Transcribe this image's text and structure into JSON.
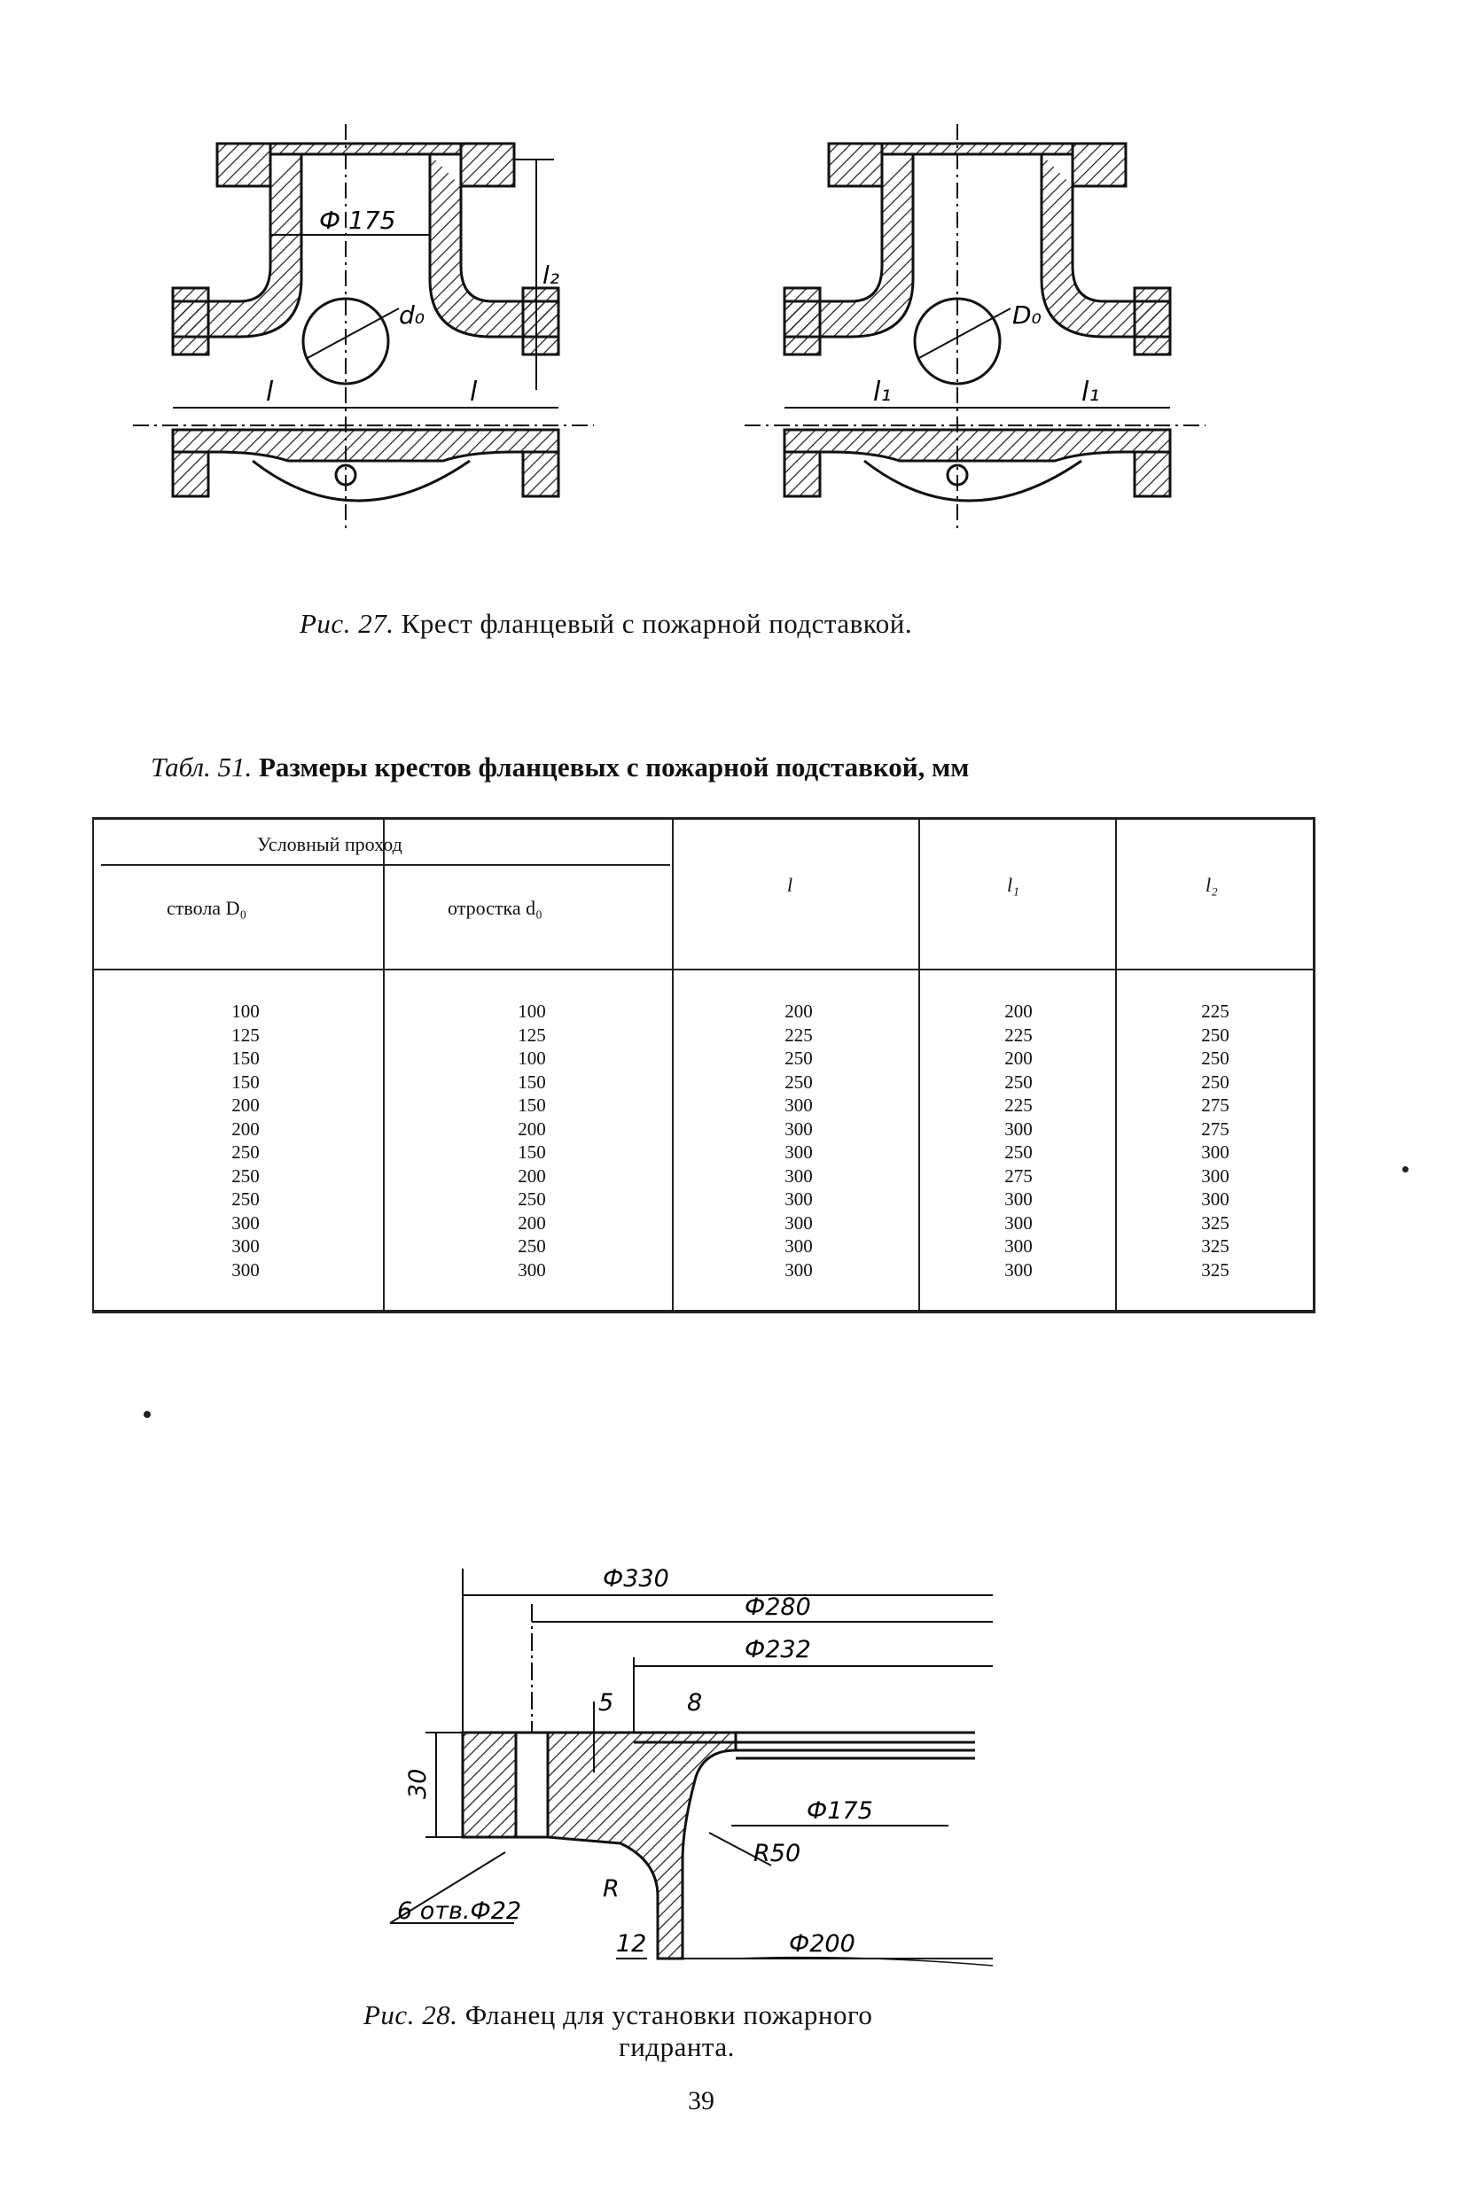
{
  "figure27": {
    "caption_fig": "Рис. 27.",
    "caption_text": "Крест фланцевый с пожарной подставкой.",
    "labels": {
      "diameter": "Ф 175",
      "d0": "d₀",
      "D0": "D₀",
      "l": "l",
      "l1": "l₁",
      "l2": "l₂"
    }
  },
  "table51": {
    "label": "Табл. 51.",
    "title": "Размеры крестов фланцевых с пожарной подставкой, мм",
    "header_group": "Условный проход",
    "columns": [
      "ствола D₀",
      "отростка d₀",
      "l",
      "l₁",
      "l₂"
    ],
    "rows": [
      [
        "100",
        "100",
        "200",
        "200",
        "225"
      ],
      [
        "125",
        "125",
        "225",
        "225",
        "250"
      ],
      [
        "150",
        "100",
        "250",
        "200",
        "250"
      ],
      [
        "150",
        "150",
        "250",
        "250",
        "250"
      ],
      [
        "200",
        "150",
        "300",
        "225",
        "275"
      ],
      [
        "200",
        "200",
        "300",
        "300",
        "275"
      ],
      [
        "250",
        "150",
        "300",
        "250",
        "300"
      ],
      [
        "250",
        "200",
        "300",
        "275",
        "300"
      ],
      [
        "250",
        "250",
        "300",
        "300",
        "300"
      ],
      [
        "300",
        "200",
        "300",
        "300",
        "325"
      ],
      [
        "300",
        "250",
        "300",
        "300",
        "325"
      ],
      [
        "300",
        "300",
        "300",
        "300",
        "325"
      ]
    ]
  },
  "figure28": {
    "caption_fig": "Рис. 28.",
    "caption_line1": "Фланец для установки пожарного",
    "caption_line2": "гидранта.",
    "dims": {
      "d330": "Ф330",
      "d280": "Ф280",
      "d232": "Ф232",
      "d175": "Ф175",
      "d200": "Ф200",
      "r50": "R50",
      "r": "R",
      "h30": "30",
      "t5": "5",
      "t8": "8",
      "t12": "12",
      "holes": "6 отв.Ф22"
    }
  },
  "page_number": "39"
}
